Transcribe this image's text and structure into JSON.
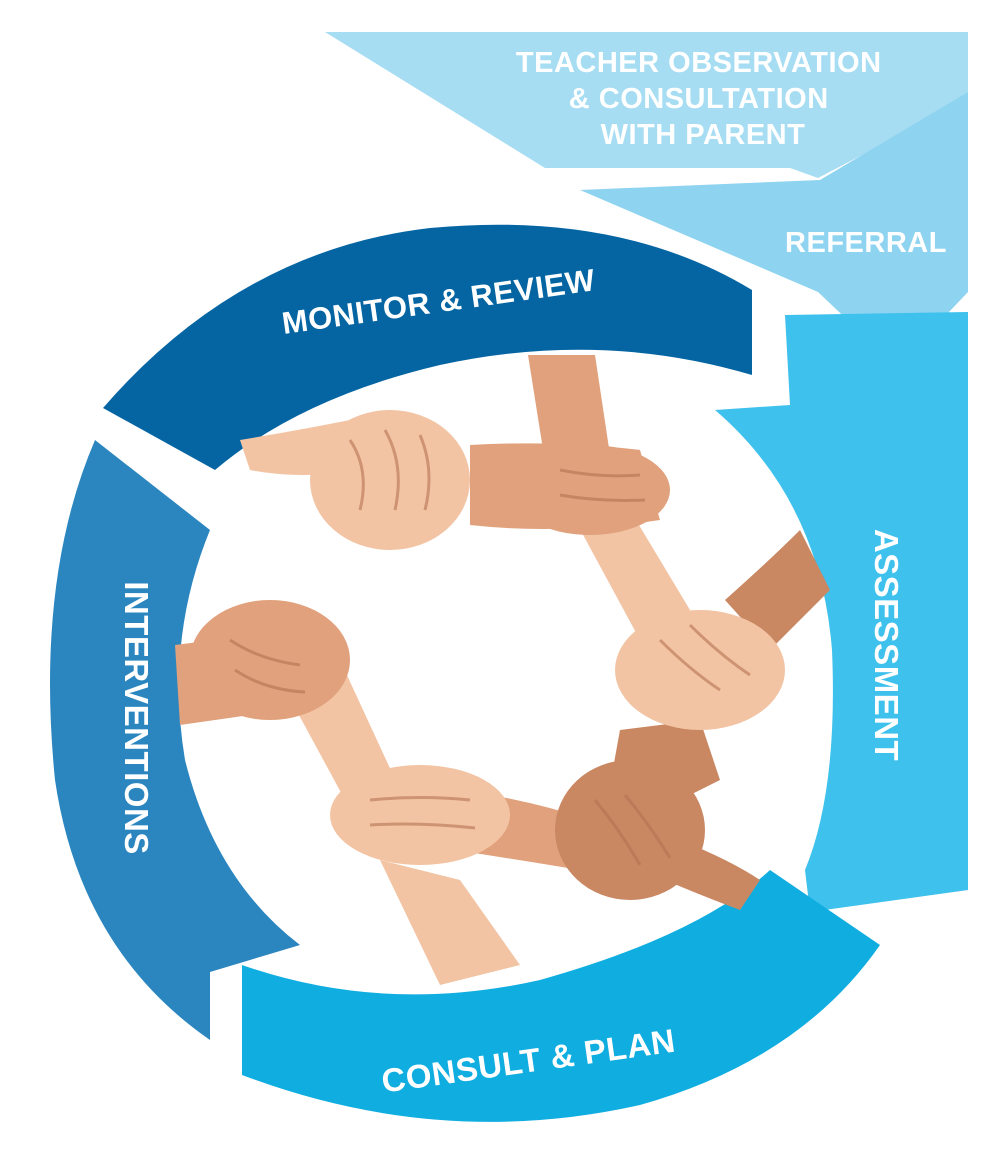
{
  "stages": {
    "teacher_observation": {
      "line1": "TEACHER OBSERVATION",
      "line2": "& CONSULTATION",
      "line3": "WITH PARENT",
      "color": "#A6DDF2"
    },
    "referral": {
      "label": "REFERRAL",
      "color": "#8ED3F0"
    },
    "assessment": {
      "label": "ASSESSMENT",
      "color": "#3EC1EC"
    },
    "consult_plan": {
      "label": "CONSULT & PLAN",
      "color": "#10ADE0"
    },
    "interventions": {
      "label": "INTERVENTIONS",
      "color": "#2B86C0"
    },
    "monitor_review": {
      "label": "MONITOR & REVIEW",
      "color": "#0565A3"
    }
  },
  "center_image": {
    "icon": "linked-hands-icon",
    "skin_light": "#F2C4A4",
    "skin_mid": "#E0A17C",
    "skin_dark": "#C98762"
  }
}
